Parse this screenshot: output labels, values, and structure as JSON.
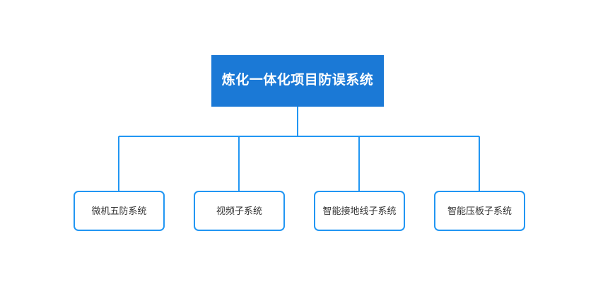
{
  "diagram": {
    "type": "organization-chart",
    "orientation": "top-down",
    "background_color": "#FFFFFF",
    "root": {
      "label": "炼化一体化项目防误系统",
      "fill_color": "#1B79D6",
      "text_color": "#FFFFFF"
    },
    "connector": {
      "color": "#2196F3",
      "width": 2
    },
    "children": [
      {
        "label": "微机五防系统",
        "fill_color": "#FFFFFF",
        "border_color": "#2196F3",
        "text_color": "#333333"
      },
      {
        "label": "视频子系统",
        "fill_color": "#FFFFFF",
        "border_color": "#2196F3",
        "text_color": "#333333"
      },
      {
        "label": "智能接地线子系统",
        "fill_color": "#FFFFFF",
        "border_color": "#2196F3",
        "text_color": "#333333"
      },
      {
        "label": "智能压板子系统",
        "fill_color": "#FFFFFF",
        "border_color": "#2196F3",
        "text_color": "#333333"
      }
    ]
  }
}
